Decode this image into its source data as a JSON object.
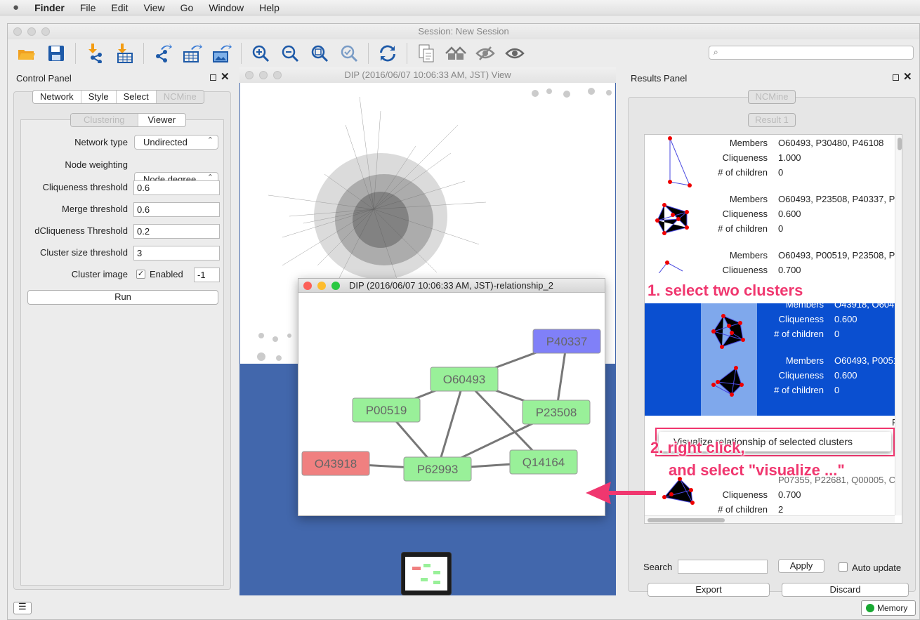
{
  "menubar": {
    "app": "Finder",
    "items": [
      "File",
      "Edit",
      "View",
      "Go",
      "Window",
      "Help"
    ]
  },
  "window": {
    "title": "Session: New Session"
  },
  "control_panel": {
    "title": "Control Panel",
    "tabs": [
      "Network",
      "Style",
      "Select",
      "NCMine"
    ],
    "subtabs": [
      "Clustering",
      "Viewer"
    ],
    "network_type": {
      "label": "Network type",
      "value": "Undirected"
    },
    "node_weighting": {
      "label": "Node weighting",
      "value": "Node degree"
    },
    "cliqueness_threshold": {
      "label": "Cliqueness threshold",
      "value": "0.6"
    },
    "merge_threshold": {
      "label": "Merge threshold",
      "value": "0.6"
    },
    "dcliqueness_threshold": {
      "label": "dCliqueness Threshold",
      "value": "0.2"
    },
    "cluster_size_threshold": {
      "label": "Cluster size threshold",
      "value": "3"
    },
    "cluster_image": {
      "label": "Cluster image",
      "checkbox": "Enabled",
      "value": "-1",
      "checked_mark": "✓"
    },
    "run": "Run"
  },
  "network_view": {
    "title": "DIP (2016/06/07 10:06:33 AM, JST) View"
  },
  "relationship_window": {
    "title": "DIP (2016/06/07 10:06:33 AM, JST)-relationship_2",
    "nodes": [
      {
        "id": "P40337",
        "color": "#8080f8"
      },
      {
        "id": "O60493",
        "color": "#99f099"
      },
      {
        "id": "P00519",
        "color": "#99f099"
      },
      {
        "id": "P23508",
        "color": "#99f099"
      },
      {
        "id": "O43918",
        "color": "#f08080"
      },
      {
        "id": "P62993",
        "color": "#99f099"
      },
      {
        "id": "Q14164",
        "color": "#99f099"
      }
    ]
  },
  "results_panel": {
    "title": "Results Panel",
    "header_button": "NCMine",
    "result_tab": "Result 1",
    "labels": {
      "members": "Members",
      "cliqueness": "Cliqueness",
      "children": "# of children"
    },
    "results": [
      {
        "members": "O60493, P30480, P46108",
        "cliqueness": "1.000",
        "children": "0"
      },
      {
        "members": "O60493, P23508, P40337, P",
        "cliqueness": "0.600",
        "children": "0"
      },
      {
        "members": "O60493, P00519, P23508, P",
        "cliqueness": "0.700"
      },
      {
        "members": "O43918, O604",
        "cliqueness": "0.600",
        "children": "0"
      },
      {
        "members": "O60493, P0051",
        "cliqueness": "0.600",
        "children": "0"
      },
      {
        "members": "P07355, P22681, Q00005, C",
        "cliqueness": "0.700",
        "children": "2"
      }
    ],
    "context_menu": "Visualize relationship of selected clusters",
    "menu_overflow": "P(",
    "search_label": "Search",
    "apply": "Apply",
    "auto_update": "Auto update",
    "export": "Export",
    "discard": "Discard"
  },
  "annotations": {
    "step1": "1. select two clusters",
    "step2_line1": "2. right click,",
    "step2_line2": "and select \"visualize ...\""
  },
  "statusbar": {
    "memory": "Memory"
  },
  "colors": {
    "accent_annotation": "#f0376f",
    "selection": "#0a4fd0",
    "network_bg": "#4267ac"
  }
}
